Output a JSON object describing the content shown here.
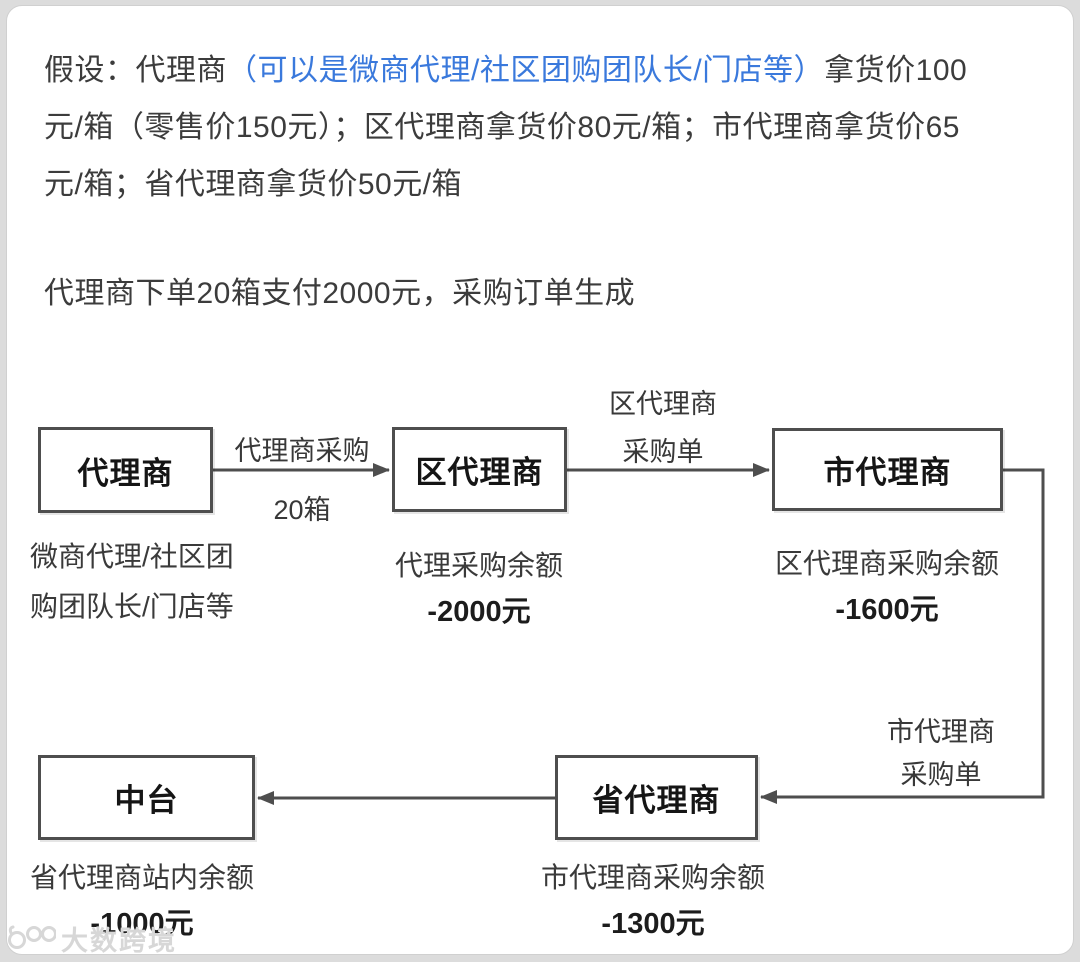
{
  "page": {
    "background": "#dcdcdc",
    "card_background": "#ffffff"
  },
  "colors": {
    "body_text": "#3c3c3c",
    "highlight_blue": "#3a79dc",
    "line_and_border": "#4e4e4e",
    "box_text": "#151515",
    "watermark": "#d7d7d7"
  },
  "intro": {
    "line1_part1": "假设：代理商",
    "line1_highlight": "（可以是微商代理/社区团购团队长/门店等）",
    "line1_part2": "拿货价100",
    "line2": "元/箱（零售价150元）；区代理商拿货价80元/箱；市代理商拿货价65",
    "line3": "元/箱；省代理商拿货价50元/箱"
  },
  "order_note": "代理商下单20箱支付2000元，采购订单生成",
  "diagram": {
    "nodes": {
      "agent": {
        "label": "代理商",
        "note_line1": "微商代理/社区团",
        "note_line2": "购团队长/门店等"
      },
      "district": {
        "label": "区代理商",
        "balance_label": "代理采购余额",
        "balance_value": "-2000元"
      },
      "city": {
        "label": "市代理商",
        "balance_label": "区代理商采购余额",
        "balance_value": "-1600元"
      },
      "province": {
        "label": "省代理商",
        "balance_label": "市代理商采购余额",
        "balance_value": "-1300元"
      },
      "platform": {
        "label": "中台",
        "balance_label": "省代理商站内余额",
        "balance_value": "-1000元"
      }
    },
    "edges": {
      "agent_to_district": {
        "label_top": "代理商采购",
        "label_bottom": "20箱"
      },
      "district_to_city": {
        "label_line1": "区代理商",
        "label_line2": "采购单"
      },
      "city_to_province": {
        "label_line1": "市代理商",
        "label_line2": "采购单"
      }
    }
  },
  "watermark": {
    "text": "大数跨境"
  }
}
